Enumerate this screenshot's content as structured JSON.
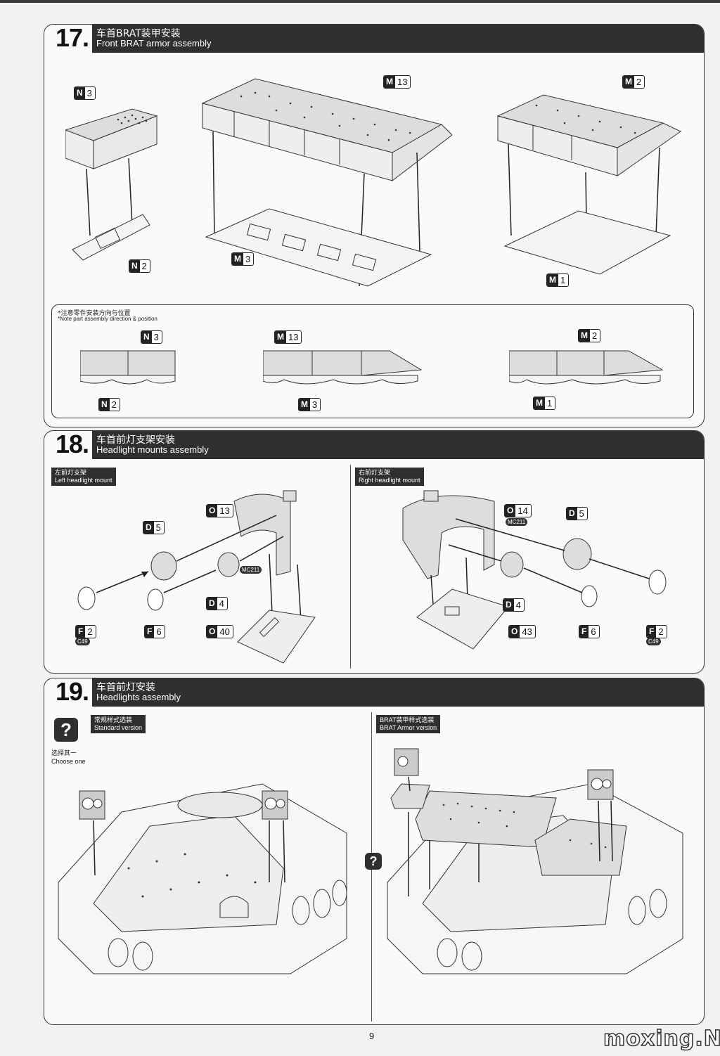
{
  "steps": {
    "s17": {
      "num": "17.",
      "cn": "车首BRAT装甲安装",
      "en": "Front BRAT armor assembly"
    },
    "s18": {
      "num": "18.",
      "cn": "车首前灯支架安装",
      "en": "Headlight mounts assembly"
    },
    "s19": {
      "num": "19.",
      "cn": "车首前灯安装",
      "en": "Headlights assembly"
    }
  },
  "parts17": {
    "n3": {
      "l": "N",
      "n": "3"
    },
    "n2": {
      "l": "N",
      "n": "2"
    },
    "m13": {
      "l": "M",
      "n": "13"
    },
    "m3": {
      "l": "M",
      "n": "3"
    },
    "m2": {
      "l": "M",
      "n": "2"
    },
    "m1": {
      "l": "M",
      "n": "1"
    }
  },
  "note": {
    "cn": "*注意零件安装方向与位置",
    "en": "*Note part assembly direction & position"
  },
  "s18_left": {
    "cn": "左前灯支架",
    "en": "Left headlight mount"
  },
  "s18_right": {
    "cn": "右前灯支架",
    "en": "Right headlight mount"
  },
  "parts18": {
    "o13": {
      "l": "O",
      "n": "13"
    },
    "d5": {
      "l": "D",
      "n": "5"
    },
    "d4": {
      "l": "D",
      "n": "4"
    },
    "f2": {
      "l": "F",
      "n": "2"
    },
    "f6": {
      "l": "F",
      "n": "6"
    },
    "o40": {
      "l": "O",
      "n": "40"
    },
    "o14": {
      "l": "O",
      "n": "14"
    },
    "o43": {
      "l": "O",
      "n": "43"
    }
  },
  "paints": {
    "mc211": "MC211",
    "c49": "C49"
  },
  "s19_std": {
    "cn": "常规样式选装",
    "en": "Standard version"
  },
  "s19_brat": {
    "cn": "BRAT装甲样式选装",
    "en": "BRAT Armor version"
  },
  "choose": {
    "cn": "选择其一",
    "en": "Choose one"
  },
  "qmark": "?",
  "page_number": "9",
  "watermark": "moxing.NET"
}
